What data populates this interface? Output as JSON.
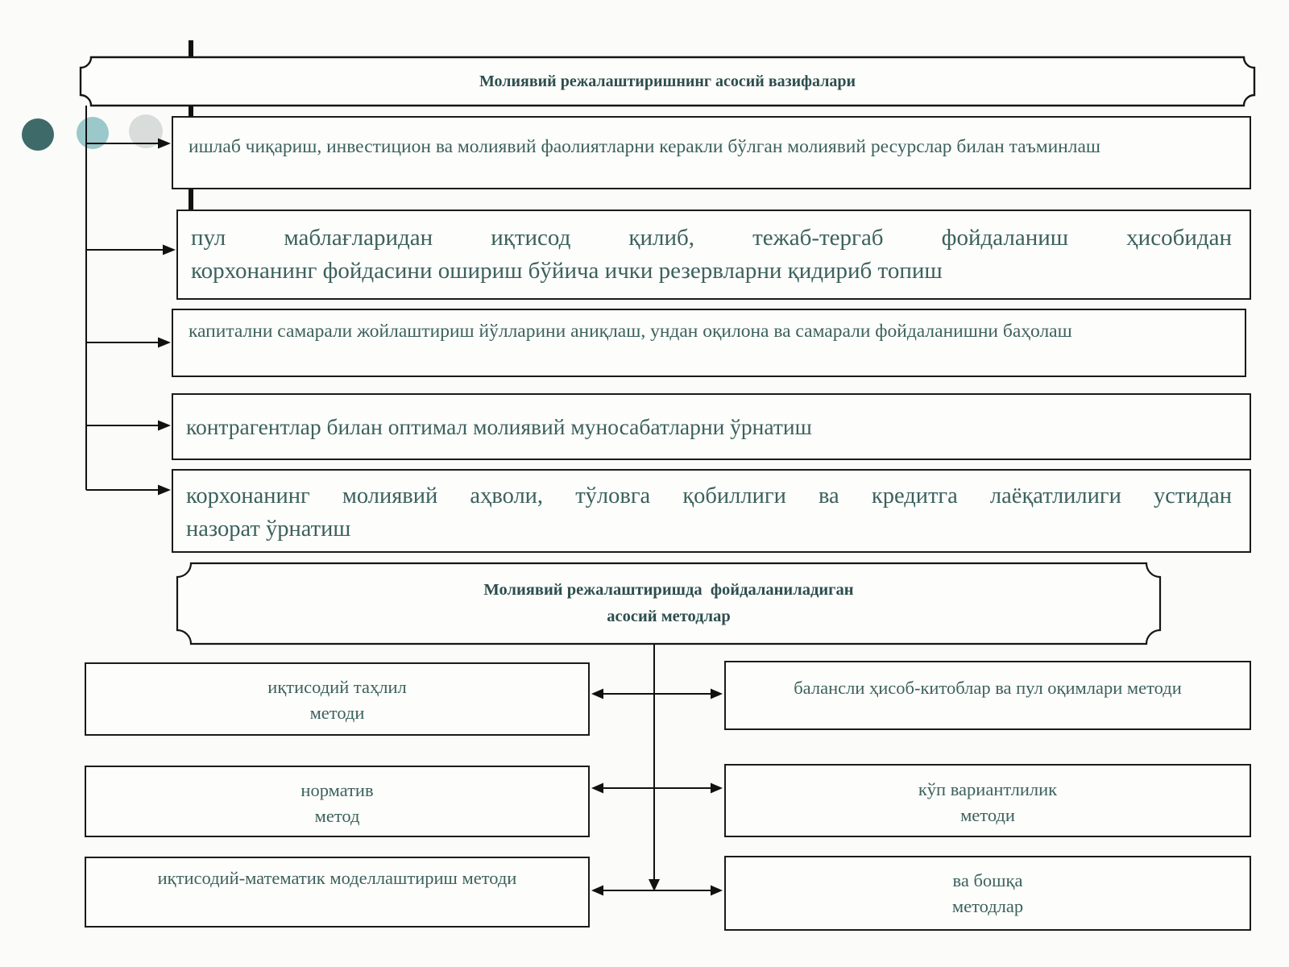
{
  "tasks_banner": {
    "title": "Молиявий режалаштиришнинг асосий вазифалари"
  },
  "tasks": [
    {
      "lines": [
        "ишлаб чиқариш, инвестицион ва молиявий фаолиятларни керакли бўлган молиявий ресурслар билан таъминлаш"
      ]
    },
    {
      "lines": [
        "пул маблағларидан иқтисод қилиб, тежаб-тергаб фойдаланиш ҳисобидан",
        "корхонанинг фойдасини ошириш бўйича ички резервларни қидириб топиш"
      ]
    },
    {
      "lines": [
        "капитални самарали жойлаштириш йўлларини аниқлаш, ундан оқилона ва самарали фойдаланишни баҳолаш"
      ]
    },
    {
      "lines": [
        "контрагентлар билан оптимал молиявий муносабатларни ўрнатиш"
      ]
    },
    {
      "lines": [
        "корхонанинг молиявий аҳволи, тўловга қобиллиги ва кредитга лаёқатлилиги устидан",
        "назорат ўрнатиш"
      ]
    }
  ],
  "methods_banner": {
    "line1": "Молиявий режалаштиришда  фойдаланиладиган",
    "line2": "асосий методлар"
  },
  "methods_left": [
    {
      "lines": [
        "иқтисодий таҳлил",
        "методи"
      ]
    },
    {
      "lines": [
        "норматив",
        "метод"
      ]
    },
    {
      "lines": [
        "иқтисодий-математик моделлаштириш методи"
      ]
    }
  ],
  "methods_right": [
    {
      "lines": [
        "балансли ҳисоб-китоблар ва пул оқимлари методи"
      ]
    },
    {
      "lines": [
        "кўп вариантлилик",
        "методи"
      ]
    },
    {
      "lines": [
        "ва бошқа",
        "методлар"
      ]
    }
  ],
  "decor": {
    "circles": [
      "#3f6a6a",
      "#9bc8ca",
      "#d8dcdb"
    ],
    "border_color": "#1b1b1b",
    "text_color": "#3b615d",
    "heading_color": "#2c4e4d"
  }
}
